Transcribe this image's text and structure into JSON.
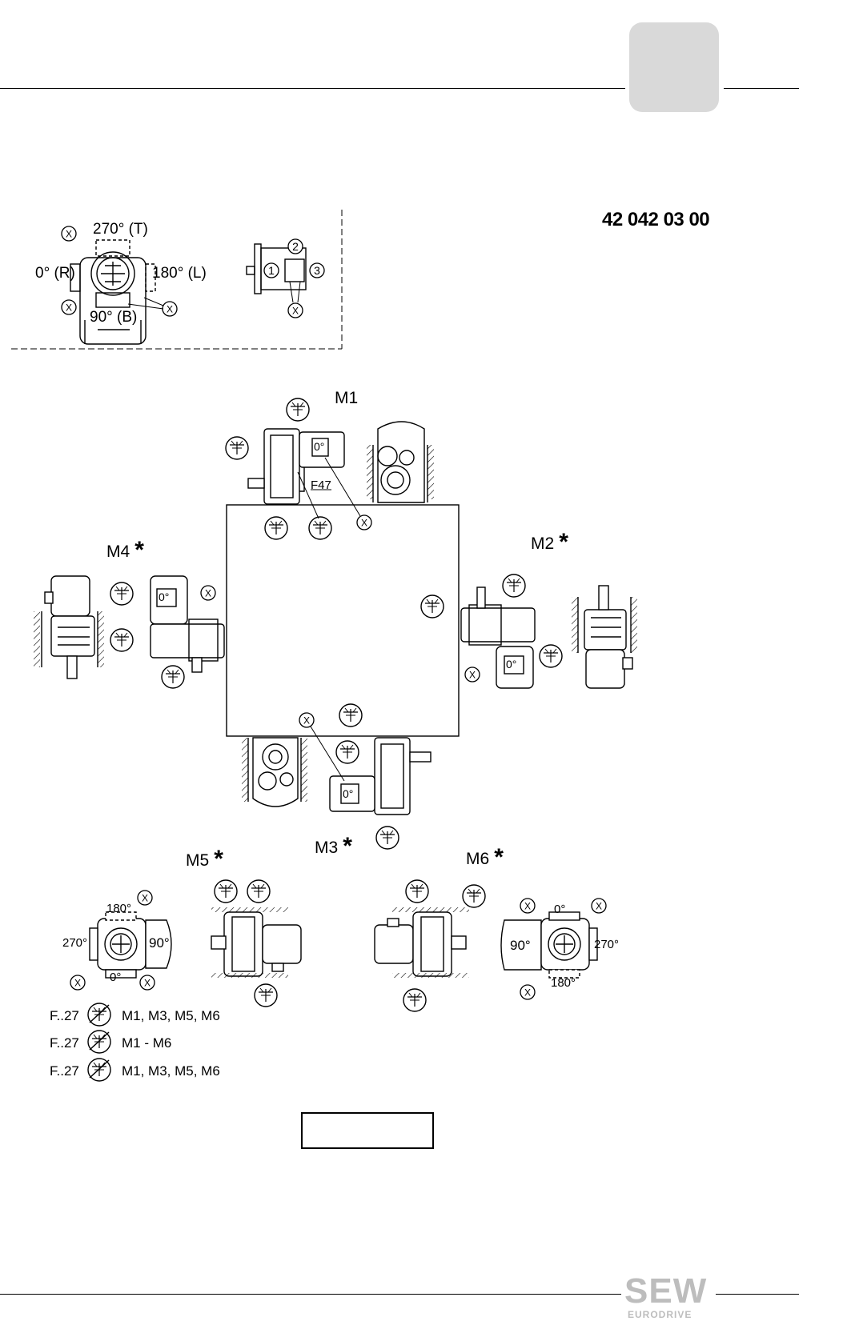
{
  "header": {
    "document_number": "42 042 03 00"
  },
  "inset": {
    "angle_270": "270° (T)",
    "angle_0": "0° (R)",
    "angle_180": "180° (L)",
    "angle_90": "90° (B)",
    "pos_1": "1",
    "pos_2": "2",
    "pos_3": "3",
    "x_marker": "X"
  },
  "positions": {
    "m1": "M1",
    "m2": "M2",
    "m3": "M3",
    "m4": "M4",
    "m5": "M5",
    "m6": "M6",
    "asterisk": "*",
    "model": "F47",
    "terminal_0": "0°"
  },
  "m5_detail": {
    "a180": "180°",
    "a270": "270°",
    "a0": "0°",
    "a90": "90°"
  },
  "m6_detail": {
    "a0": "0°",
    "a270": "270°",
    "a180": "180°",
    "a90": "90°"
  },
  "legend": [
    {
      "type": "F..27",
      "applies": "M1, M3, M5, M6"
    },
    {
      "type": "F..27",
      "applies": "M1 - M6"
    },
    {
      "type": "F..27",
      "applies": "M1, M3, M5, M6"
    }
  ],
  "logo": {
    "brand": "SEW",
    "sub": "EURODRIVE"
  }
}
